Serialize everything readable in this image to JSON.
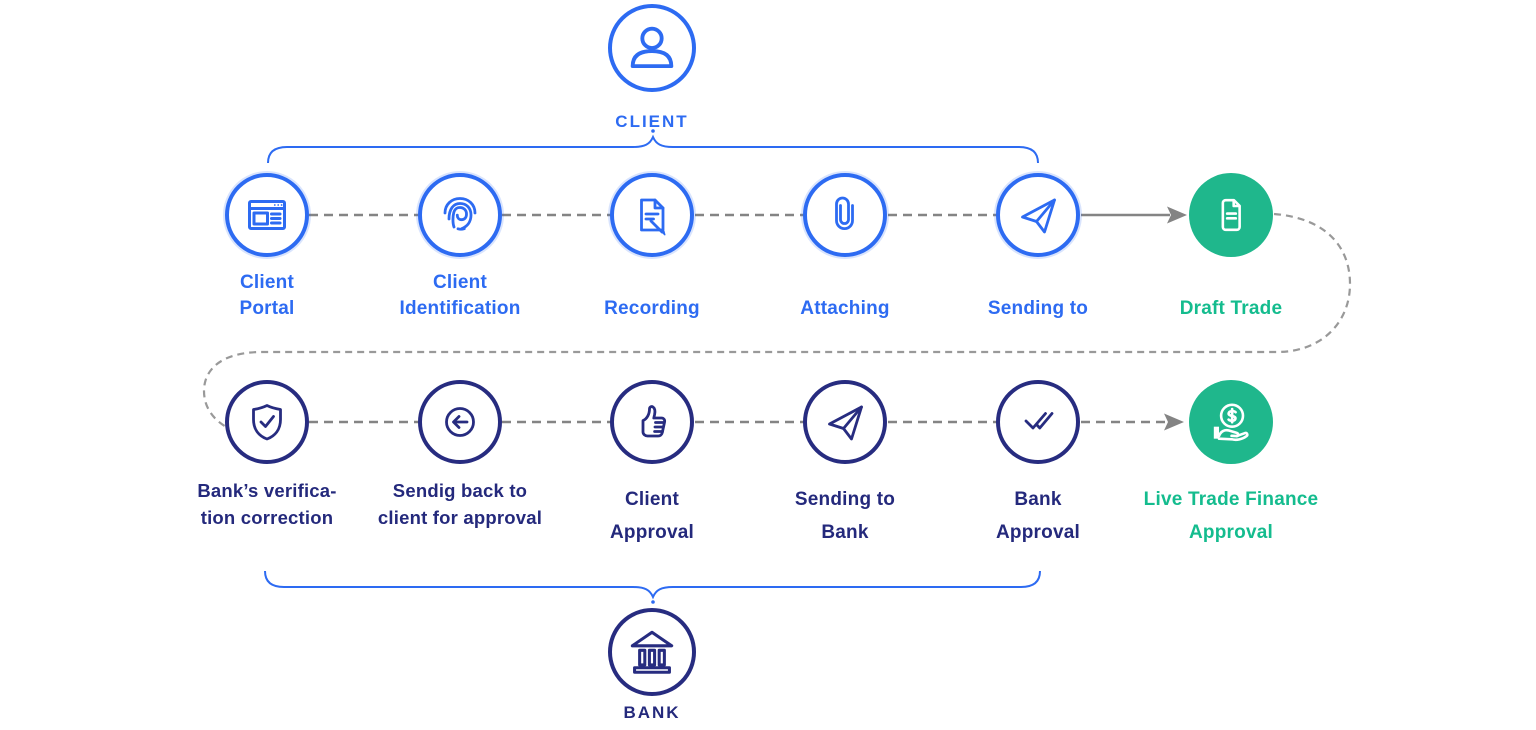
{
  "colors": {
    "client_blue": "#2D6BF2",
    "bank_navy": "#272C80",
    "navy_text": "#24297C",
    "result_green": "#1FB78C",
    "green_text": "#14BC8E",
    "connector_gray": "#848484"
  },
  "hubs": {
    "client": {
      "label": "CLIENT",
      "icon": "person-icon"
    },
    "bank": {
      "label": "BANK",
      "icon": "bank-building-icon"
    }
  },
  "row1": {
    "actor": "client",
    "nodes": [
      {
        "label": "Client\nPortal",
        "icon": "browser-window-icon",
        "style": "blue"
      },
      {
        "label": "Client\nIdentification",
        "icon": "fingerprint-icon",
        "style": "blue"
      },
      {
        "label": "Recording",
        "icon": "document-edit-icon",
        "style": "blue"
      },
      {
        "label": "Attaching",
        "icon": "paperclip-icon",
        "style": "blue"
      },
      {
        "label": "Sending to",
        "icon": "paper-plane-icon",
        "style": "blue"
      },
      {
        "label": "Draft Trade",
        "icon": "document-icon",
        "style": "green"
      }
    ]
  },
  "row2": {
    "actor": "bank",
    "nodes": [
      {
        "label": "Bank’s verifica-\ntion correction",
        "icon": "shield-check-icon",
        "style": "navy"
      },
      {
        "label": "Sendig back to\nclient for approval",
        "icon": "arrow-left-circle-icon",
        "style": "navy"
      },
      {
        "label": "Client\nApproval",
        "icon": "thumbs-up-icon",
        "style": "navy"
      },
      {
        "label": "Sending to\nBank",
        "icon": "paper-plane-icon",
        "style": "navy"
      },
      {
        "label": "Bank\nApproval",
        "icon": "double-check-icon",
        "style": "navy"
      },
      {
        "label": "Live Trade Finance\nApproval",
        "icon": "hand-dollar-icon",
        "style": "green"
      }
    ]
  }
}
